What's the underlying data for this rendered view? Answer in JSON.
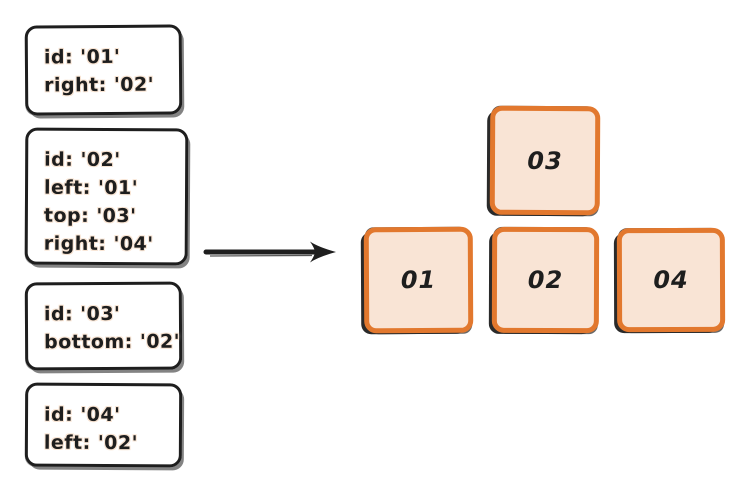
{
  "diagram": {
    "background": "#ffffff",
    "colors": {
      "stroke_dark": "#1e1e1e",
      "node_border": "#e2782e",
      "node_fill": "#f9e4d5",
      "text_halo": "#f8e4d3"
    },
    "definition_cards": [
      {
        "name": "card-01",
        "lines": [
          "id: '01'",
          "right: '02'"
        ]
      },
      {
        "name": "card-02",
        "lines": [
          "id: '02'",
          "left: '01'",
          "top: '03'",
          "right: '04'"
        ]
      },
      {
        "name": "card-03",
        "lines": [
          "id: '03'",
          "bottom: '02'"
        ]
      },
      {
        "name": "card-04",
        "lines": [
          "id: '04'",
          "left: '02'"
        ]
      }
    ],
    "arrow": {
      "direction": "right"
    },
    "layout_nodes": [
      {
        "name": "node-03",
        "label": "03",
        "row": "top"
      },
      {
        "name": "node-01",
        "label": "01",
        "row": "bottom"
      },
      {
        "name": "node-02",
        "label": "02",
        "row": "bottom"
      },
      {
        "name": "node-04",
        "label": "04",
        "row": "bottom"
      }
    ]
  }
}
